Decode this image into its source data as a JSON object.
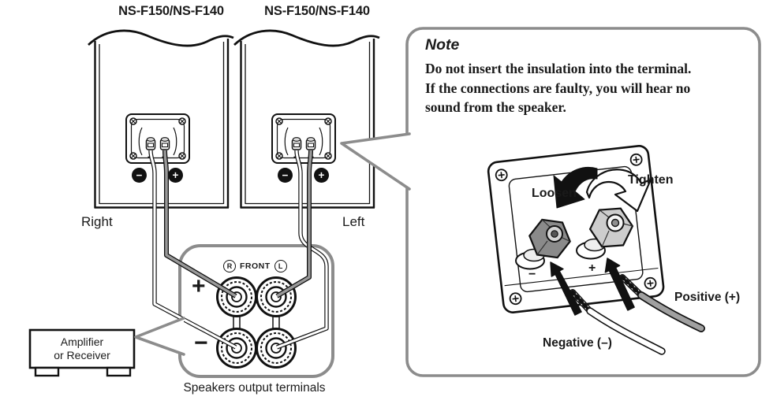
{
  "speaker_right": {
    "model": "NS-F150/NS-F140",
    "label": "Right",
    "minus": "−",
    "plus": "+"
  },
  "speaker_left": {
    "model": "NS-F150/NS-F140",
    "label": "Left",
    "minus": "−",
    "plus": "+"
  },
  "amplifier": {
    "line1": "Amplifier",
    "line2": "or Receiver"
  },
  "panel": {
    "r": "R",
    "front": "FRONT",
    "l": "L",
    "plus": "+",
    "minus": "−",
    "caption": "Speakers output terminals"
  },
  "note": {
    "title": "Note",
    "line1": "Do not insert the insulation into the terminal.",
    "line2": "If the connections are faulty, you will hear no",
    "line3": "sound from the speaker.",
    "loosen": "Loosen",
    "tighten": "Tighten",
    "positive": "Positive (+)",
    "negative": "Negative (–)",
    "plate_minus": "−",
    "plate_plus": "+"
  },
  "colors": {
    "ink": "#1a1a1a",
    "wire_gray": "#999999",
    "callout_border": "#8c8c8c"
  }
}
